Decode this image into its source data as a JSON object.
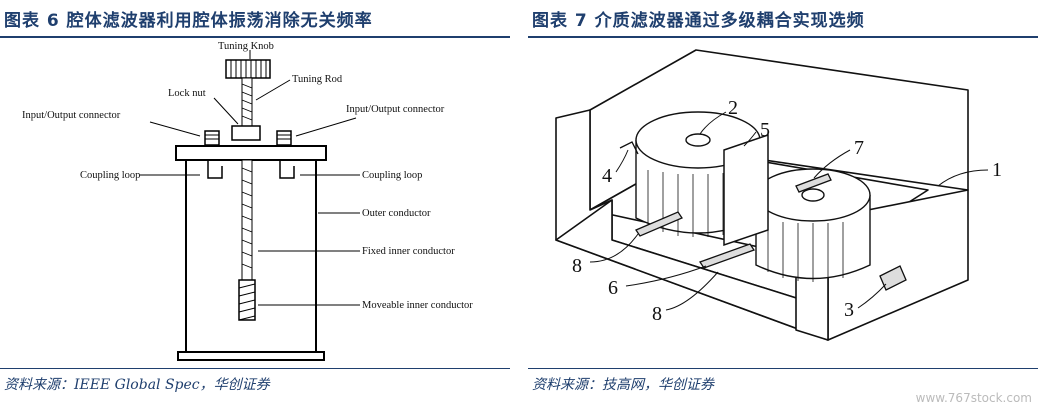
{
  "left": {
    "title": "图表 6   腔体滤波器利用腔体振荡消除无关频率",
    "labels": {
      "tuning_knob": "Tuning Knob",
      "tuning_rod": "Tuning Rod",
      "lock_nut": "Lock nut",
      "io_left": "Input/Output connector",
      "io_right": "Input/Output connector",
      "coupling_left": "Coupling loop",
      "coupling_right": "Coupling loop",
      "outer": "Outer conductor",
      "fixed": "Fixed inner conductor",
      "moveable": "Moveable inner conductor"
    },
    "source": "资料来源：IEEE Global Spec，华创证券"
  },
  "right": {
    "title": "图表 7   介质滤波器通过多级耦合实现选频",
    "numbers": {
      "n1": "1",
      "n2": "2",
      "n3": "3",
      "n4": "4",
      "n5": "5",
      "n6": "6",
      "n7": "7",
      "n8a": "8",
      "n8b": "8"
    },
    "source": "资料来源：技高网，华创证券",
    "watermark": "www.767stock.com"
  }
}
